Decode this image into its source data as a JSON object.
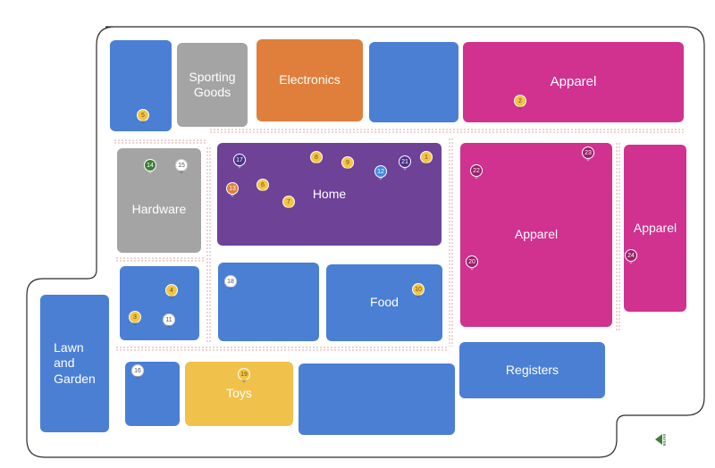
{
  "colors": {
    "blue": "#4a7fd4",
    "grey": "#a4a4a4",
    "orange": "#e07e3c",
    "magenta": "#d1318f",
    "purple": "#6d4297",
    "yellow": "#f0c24b",
    "enter_green": "#3e7d3a"
  },
  "departments": {
    "sporting_goods": "Sporting\nGoods",
    "electronics": "Electronics",
    "apparel_top": "Apparel",
    "hardware": "Hardware",
    "home": "Home",
    "apparel_center": "Apparel",
    "apparel_right": "Apparel",
    "food": "Food",
    "lawn_garden": "Lawn\nand\nGarden",
    "toys": "Toys",
    "registers": "Registers"
  },
  "markers": {
    "m1": "1",
    "m2": "2",
    "m3": "3",
    "m4": "4",
    "m5": "5",
    "m6": "6",
    "m7": "7",
    "m8": "8",
    "m9": "9",
    "m10": "10",
    "m11": "11",
    "m12": "12",
    "m13": "13",
    "m14": "14",
    "m15": "15",
    "m16": "16",
    "m17": "17",
    "m18": "18",
    "m19": "19",
    "m20": "20",
    "m21": "21",
    "m22": "22",
    "m23": "23",
    "m24": "24"
  },
  "entrance": {
    "label": "ENTER",
    "icon": "entrance-arrow-icon"
  }
}
